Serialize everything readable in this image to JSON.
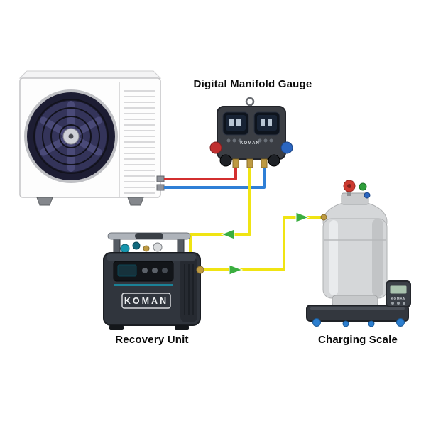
{
  "labels": {
    "manifold_gauge": "Digital Manifold Gauge",
    "recovery_unit": "Recovery Unit",
    "charging_scale": "Charging Scale"
  },
  "branding": {
    "manifold": "KOMAN",
    "recovery": "KOMAN",
    "scale": "KOMAN"
  },
  "colors": {
    "hose_red": "#d32f2f",
    "hose_blue": "#2f7fd6",
    "hose_yellow": "#f0e413",
    "arrow_green": "#3aae3f"
  }
}
